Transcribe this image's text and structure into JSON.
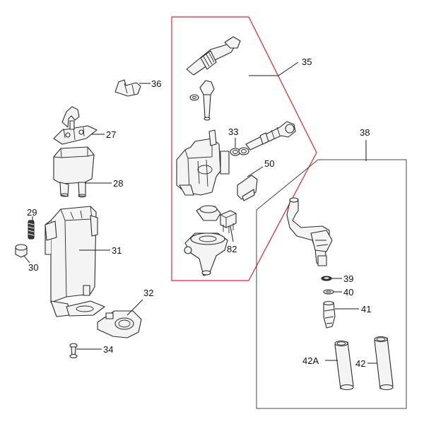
{
  "diagram": {
    "callouts": {
      "p35": "35",
      "p36": "36",
      "p27": "27",
      "p28": "28",
      "p29": "29",
      "p30": "30",
      "p31": "31",
      "p32": "32",
      "p33": "33",
      "p34": "34",
      "p38": "38",
      "p39": "39",
      "p40": "40",
      "p41": "41",
      "p42a": "42A",
      "p42": "42",
      "p50": "50",
      "p82": "82"
    },
    "colors": {
      "group_35_outline": "#d9272e",
      "group_38_outline": "#444444",
      "line": "#2a2a2a",
      "part_fill": "#f4f4f4"
    }
  }
}
